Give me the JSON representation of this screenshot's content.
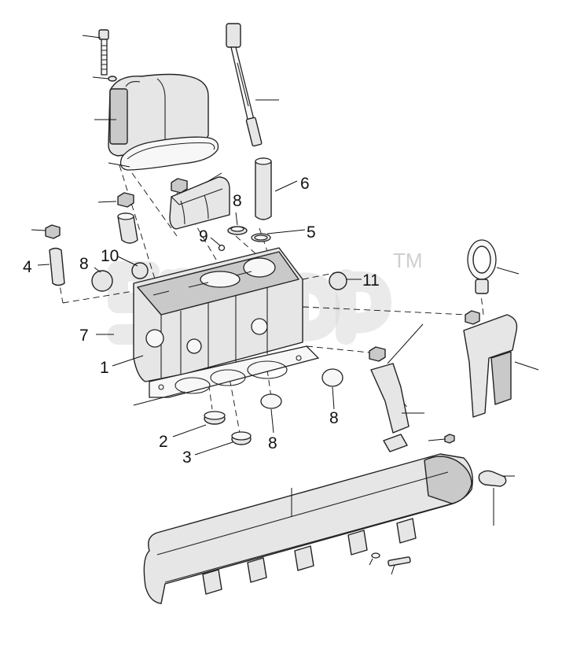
{
  "callouts": {
    "c1": "1",
    "c2": "2",
    "c3": "3",
    "c4": "4",
    "c5": "5",
    "c6": "6",
    "c7": "7",
    "c8a": "8",
    "c8b": "8",
    "c8c": "8",
    "c8d": "8",
    "c9": "9",
    "c10": "10",
    "c11": "11"
  },
  "watermark": {
    "mark": "TM"
  }
}
